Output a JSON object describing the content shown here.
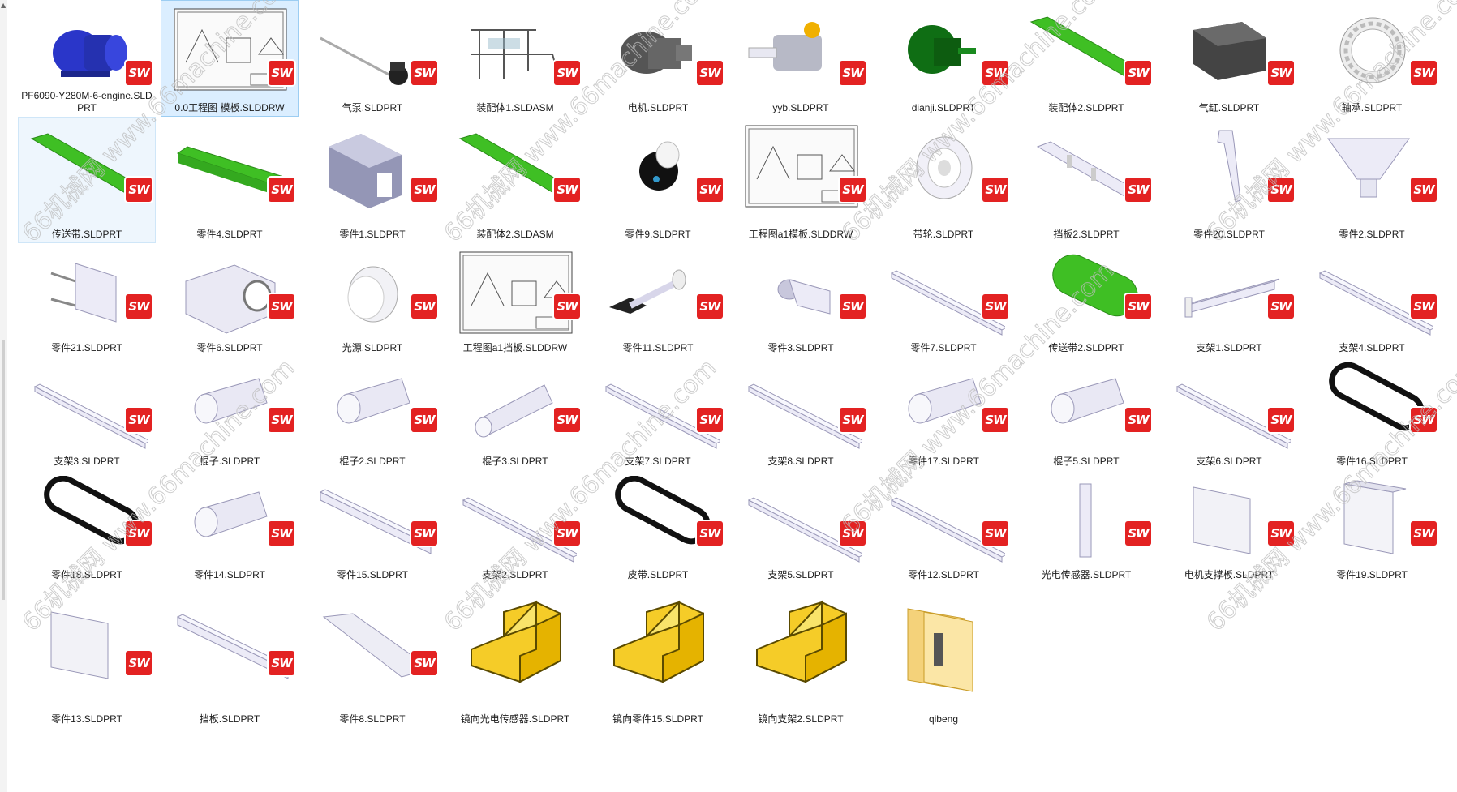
{
  "files": [
    {
      "name": "PF6090-Y280M-6-engine.SLDPRT",
      "icon": "blue-motor-icon",
      "sw": true
    },
    {
      "name": "0.0工程图 模板.SLDDRW",
      "icon": "drawing-sheet-icon",
      "sw": true,
      "selected": true
    },
    {
      "name": "气泵.SLDPRT",
      "icon": "air-pump-icon",
      "sw": true
    },
    {
      "name": "装配体1.SLDASM",
      "icon": "assembly-frame-icon",
      "sw": true
    },
    {
      "name": "电机.SLDPRT",
      "icon": "gray-motor-icon",
      "sw": true
    },
    {
      "name": "yyb.SLDPRT",
      "icon": "hydraulic-motor-icon",
      "sw": true
    },
    {
      "name": "dianji.SLDPRT",
      "icon": "green-motor-icon",
      "sw": true
    },
    {
      "name": "装配体2.SLDPRT",
      "icon": "green-conveyor-icon",
      "sw": true
    },
    {
      "name": "气缸.SLDPRT",
      "icon": "cylinder-block-icon",
      "sw": true
    },
    {
      "name": "轴承.SLDPRT",
      "icon": "bearing-icon",
      "sw": true
    },
    {
      "name": "传送带.SLDPRT",
      "icon": "green-conveyor-icon",
      "sw": true,
      "selected_light": true
    },
    {
      "name": "零件4.SLDPRT",
      "icon": "green-plate-holes-icon",
      "sw": true
    },
    {
      "name": "零件1.SLDPRT",
      "icon": "slotted-block-icon",
      "sw": true
    },
    {
      "name": "装配体2.SLDASM",
      "icon": "green-conveyor-icon",
      "sw": true
    },
    {
      "name": "零件9.SLDPRT",
      "icon": "camera-ball-icon",
      "sw": true
    },
    {
      "name": "工程图a1模板.SLDDRW",
      "icon": "drawing-sheet-icon",
      "sw": true
    },
    {
      "name": "带轮.SLDPRT",
      "icon": "pulley-icon",
      "sw": true
    },
    {
      "name": "挡板2.SLDPRT",
      "icon": "baffle-plate-icon",
      "sw": true
    },
    {
      "name": "零件20.SLDPRT",
      "icon": "bracket-arm-icon",
      "sw": true
    },
    {
      "name": "零件2.SLDPRT",
      "icon": "hopper-icon",
      "sw": true
    },
    {
      "name": "零件21.SLDPRT",
      "icon": "plate-rods-icon",
      "sw": true
    },
    {
      "name": "零件6.SLDPRT",
      "icon": "box-ring-icon",
      "sw": true
    },
    {
      "name": "光源.SLDPRT",
      "icon": "disc-light-icon",
      "sw": true
    },
    {
      "name": "工程图a1挡板.SLDDRW",
      "icon": "drawing-sheet-icon",
      "sw": true
    },
    {
      "name": "零件11.SLDPRT",
      "icon": "shaft-bracket-icon",
      "sw": true
    },
    {
      "name": "零件3.SLDPRT",
      "icon": "cylinder-clamp-icon",
      "sw": true
    },
    {
      "name": "零件7.SLDPRT",
      "icon": "long-bar-icon",
      "sw": true
    },
    {
      "name": "传送带2.SLDPRT",
      "icon": "green-belt-loop-icon",
      "sw": true
    },
    {
      "name": "支架1.SLDPRT",
      "icon": "bracket-bar-icon",
      "sw": true
    },
    {
      "name": "支架4.SLDPRT",
      "icon": "long-bar-icon",
      "sw": true
    },
    {
      "name": "支架3.SLDPRT",
      "icon": "long-bar-icon",
      "sw": true
    },
    {
      "name": "棍子.SLDPRT",
      "icon": "roller-icon",
      "sw": true
    },
    {
      "name": "棍子2.SLDPRT",
      "icon": "roller-icon",
      "sw": true
    },
    {
      "name": "棍子3.SLDPRT",
      "icon": "roller-long-icon",
      "sw": true
    },
    {
      "name": "支架7.SLDPRT",
      "icon": "long-bar-icon",
      "sw": true
    },
    {
      "name": "支架8.SLDPRT",
      "icon": "long-bar-icon",
      "sw": true
    },
    {
      "name": "零件17.SLDPRT",
      "icon": "roller-icon",
      "sw": true
    },
    {
      "name": "棍子5.SLDPRT",
      "icon": "roller-icon",
      "sw": true
    },
    {
      "name": "支架6.SLDPRT",
      "icon": "long-bar-icon",
      "sw": true
    },
    {
      "name": "零件16.SLDPRT",
      "icon": "black-belt-icon",
      "sw": true
    },
    {
      "name": "零件18.SLDPRT",
      "icon": "black-belt-icon",
      "sw": true
    },
    {
      "name": "零件14.SLDPRT",
      "icon": "roller-icon",
      "sw": true
    },
    {
      "name": "零件15.SLDPRT",
      "icon": "long-plate-icon",
      "sw": true
    },
    {
      "name": "支架2.SLDPRT",
      "icon": "long-bar-icon",
      "sw": true
    },
    {
      "name": "皮带.SLDPRT",
      "icon": "black-belt-icon",
      "sw": true
    },
    {
      "name": "支架5.SLDPRT",
      "icon": "long-bar-icon",
      "sw": true
    },
    {
      "name": "零件12.SLDPRT",
      "icon": "long-bar-icon",
      "sw": true
    },
    {
      "name": "光电传感器.SLDPRT",
      "icon": "sensor-post-icon",
      "sw": true
    },
    {
      "name": "电机支撑板.SLDPRT",
      "icon": "square-plate-icon",
      "sw": true
    },
    {
      "name": "零件19.SLDPRT",
      "icon": "bent-sheet-icon",
      "sw": true
    },
    {
      "name": "零件13.SLDPRT",
      "icon": "square-plate-icon",
      "sw": true
    },
    {
      "name": "挡板.SLDPRT",
      "icon": "long-plate-icon",
      "sw": true
    },
    {
      "name": "零件8.SLDPRT",
      "icon": "flat-panel-icon",
      "sw": true
    },
    {
      "name": "镜向光电传感器.SLDPRT",
      "icon": "yellow-part-icon",
      "sw": false
    },
    {
      "name": "镜向零件15.SLDPRT",
      "icon": "yellow-part-icon",
      "sw": false
    },
    {
      "name": "镜向支架2.SLDPRT",
      "icon": "yellow-part-icon",
      "sw": false
    },
    {
      "name": "qibeng",
      "icon": "folder-icon",
      "sw": false
    }
  ],
  "badge_text": "SW",
  "watermark": "66机械网 www.66machine.com",
  "colors": {
    "selected_bg": "#dbeeff",
    "badge_red": "#e32222",
    "conveyor_green": "#3fbf24",
    "motor_blue": "#2a36c9",
    "part_lilac": "#ecebf7",
    "yellow_part": "#f5cc28"
  }
}
